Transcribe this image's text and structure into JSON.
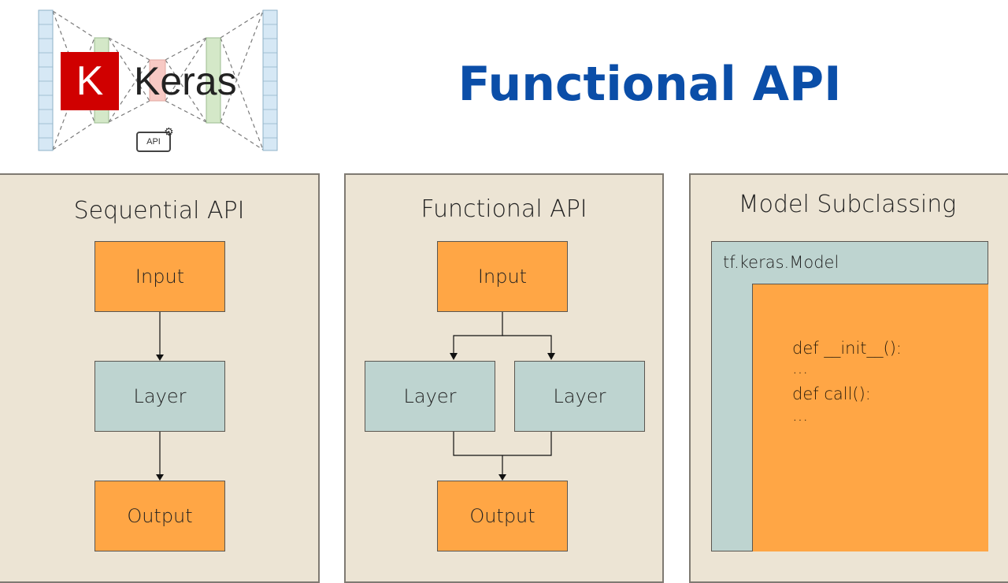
{
  "header": {
    "logo": {
      "badge_letter": "K",
      "brand_name": "Keras",
      "api_badge_label": "API",
      "icon": "keras-network-logo"
    },
    "title": "Functional API",
    "title_color": "#0b4ea8"
  },
  "panels": [
    {
      "title": "Sequential API",
      "nodes": [
        {
          "label": "Input",
          "color": "#ffa645"
        },
        {
          "label": "Layer",
          "color": "#bed4d0"
        },
        {
          "label": "Output",
          "color": "#ffa645"
        }
      ]
    },
    {
      "title": "Functional API",
      "nodes": [
        {
          "label": "Input",
          "color": "#ffa645"
        },
        {
          "label": "Layer",
          "color": "#bed4d0"
        },
        {
          "label": "Layer",
          "color": "#bed4d0"
        },
        {
          "label": "Output",
          "color": "#ffa645"
        }
      ]
    },
    {
      "title": "Model Subclassing",
      "outer_label": "tf.keras.Model",
      "code_lines": [
        "def __init__():",
        "...",
        "def call():",
        "..."
      ]
    }
  ],
  "colors": {
    "panel_bg": "#ece4d4",
    "input_output": "#ffa645",
    "layer": "#bed4d0",
    "keras_red": "#d00000"
  }
}
